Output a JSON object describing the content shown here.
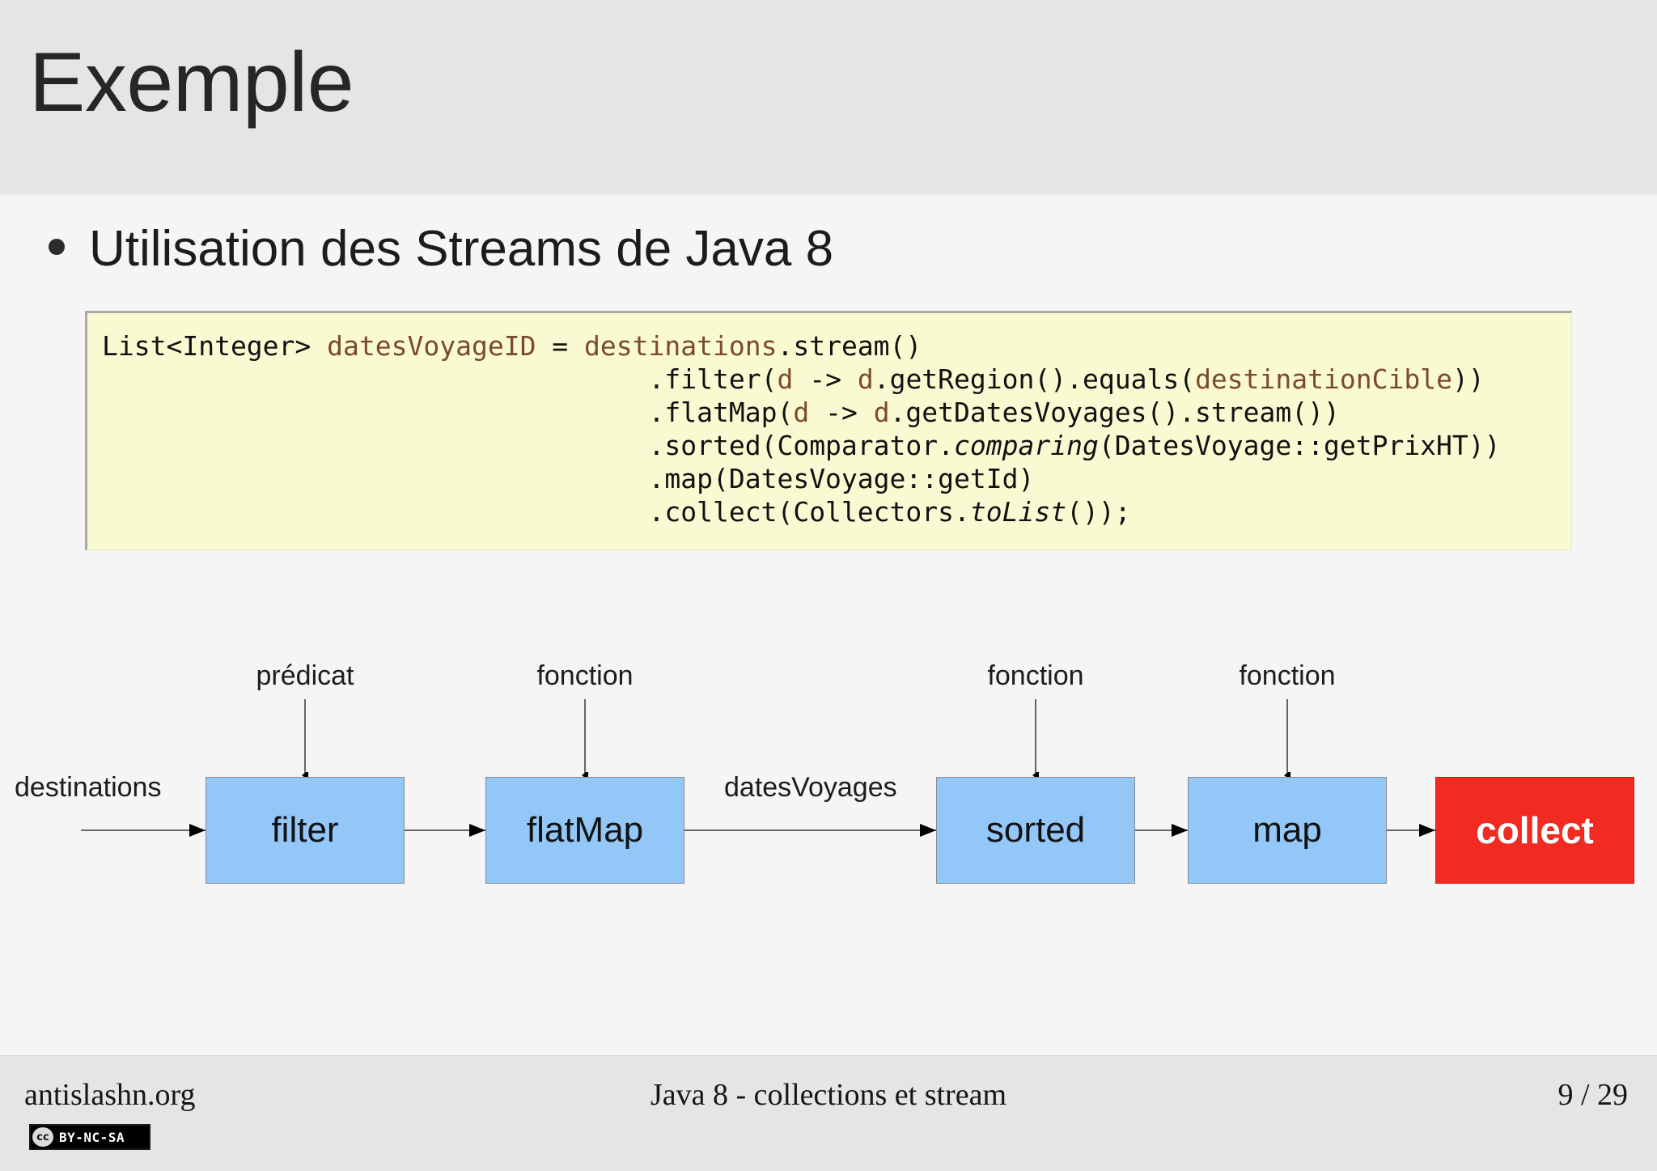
{
  "slide": {
    "title": "Exemple",
    "bullet": "Utilisation des Streams de Java 8"
  },
  "code": {
    "language": "java",
    "background_color": "#FAFAD2",
    "identifier_color": "#7A4A2B",
    "lines": [
      {
        "indent": 0,
        "tokens": [
          {
            "text": "List<Integer> ",
            "style": "plain"
          },
          {
            "text": "datesVoyageID",
            "style": "id"
          },
          {
            "text": " = ",
            "style": "plain"
          },
          {
            "text": "destinations",
            "style": "id"
          },
          {
            "text": ".stream()",
            "style": "plain"
          }
        ]
      },
      {
        "indent": 1,
        "tokens": [
          {
            "text": ".filter(",
            "style": "plain"
          },
          {
            "text": "d",
            "style": "id"
          },
          {
            "text": " -> ",
            "style": "plain"
          },
          {
            "text": "d",
            "style": "id"
          },
          {
            "text": ".getRegion().equals(",
            "style": "plain"
          },
          {
            "text": "destinationCible",
            "style": "id"
          },
          {
            "text": "))",
            "style": "plain"
          }
        ]
      },
      {
        "indent": 1,
        "tokens": [
          {
            "text": ".flatMap(",
            "style": "plain"
          },
          {
            "text": "d",
            "style": "id"
          },
          {
            "text": " -> ",
            "style": "plain"
          },
          {
            "text": "d",
            "style": "id"
          },
          {
            "text": ".getDatesVoyages().stream())",
            "style": "plain"
          }
        ]
      },
      {
        "indent": 1,
        "tokens": [
          {
            "text": ".sorted(Comparator.",
            "style": "plain"
          },
          {
            "text": "comparing",
            "style": "em"
          },
          {
            "text": "(DatesVoyage::getPrixHT))",
            "style": "plain"
          }
        ]
      },
      {
        "indent": 1,
        "tokens": [
          {
            "text": ".map(DatesVoyage::getId)",
            "style": "plain"
          }
        ]
      },
      {
        "indent": 1,
        "tokens": [
          {
            "text": ".collect(Collectors.",
            "style": "plain"
          },
          {
            "text": "toList",
            "style": "em"
          },
          {
            "text": "());",
            "style": "plain"
          }
        ]
      }
    ]
  },
  "diagram": {
    "box_fill_blue": "#93C7F7",
    "box_fill_red": "#F22B22",
    "stages": [
      {
        "id": "filter",
        "label": "filter",
        "kind": "blue",
        "top_label": "prédicat"
      },
      {
        "id": "flatmap",
        "label": "flatMap",
        "kind": "blue",
        "top_label": "fonction"
      },
      {
        "id": "sorted",
        "label": "sorted",
        "kind": "blue",
        "top_label": "fonction"
      },
      {
        "id": "map",
        "label": "map",
        "kind": "blue",
        "top_label": "fonction"
      },
      {
        "id": "collect",
        "label": "collect",
        "kind": "red",
        "top_label": ""
      }
    ],
    "edge_labels": {
      "input": "destinations",
      "middle": "datesVoyages"
    }
  },
  "footer": {
    "left": "antislashn.org",
    "center": "Java 8 - collections et stream",
    "page": "9 / 29",
    "license": {
      "mark": "cc",
      "terms": "BY-NC-SA"
    }
  }
}
